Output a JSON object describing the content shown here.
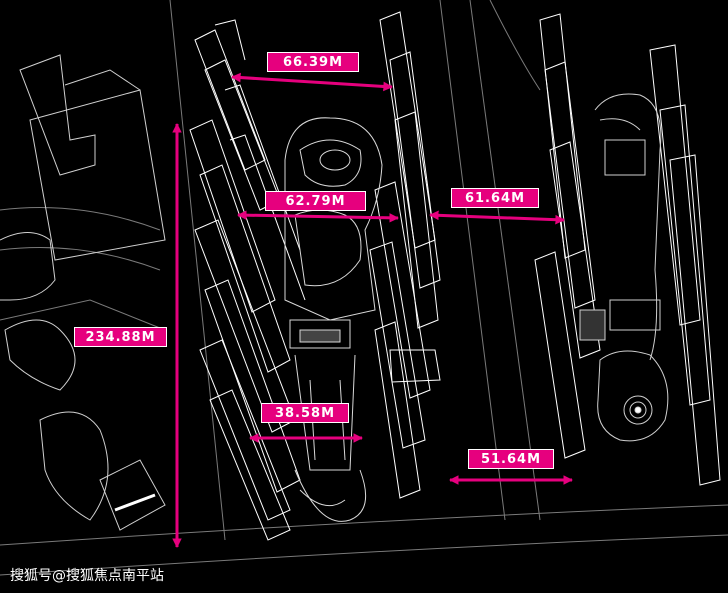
{
  "dimensions": [
    {
      "id": "top-gap-width",
      "label": "66.39M"
    },
    {
      "id": "courtyard-width",
      "label": "62.79M"
    },
    {
      "id": "street-gap-upper",
      "label": "61.64M"
    },
    {
      "id": "site-length",
      "label": "234.88M"
    },
    {
      "id": "inner-courtyard-width",
      "label": "38.58M"
    },
    {
      "id": "street-gap-lower",
      "label": "51.64M"
    }
  ],
  "watermark": "搜狐号@搜狐焦点南平站",
  "colors": {
    "background": "#000000",
    "linework": "#ffffff",
    "dimension_accent": "#e6007e"
  }
}
